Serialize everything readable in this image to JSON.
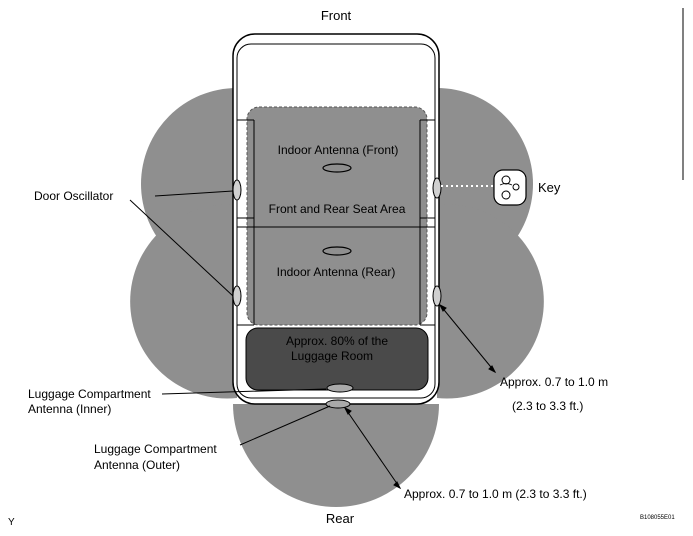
{
  "labels": {
    "front": "Front",
    "rear": "Rear",
    "door_oscillator": "Door Oscillator",
    "key": "Key",
    "indoor_antenna_front": "Indoor Antenna (Front)",
    "seat_area": "Front and Rear Seat Area",
    "indoor_antenna_rear": "Indoor Antenna (Rear)",
    "luggage_room_line1": "Approx. 80% of the",
    "luggage_room_line2": "Luggage Room",
    "luggage_inner_line1": "Luggage Compartment",
    "luggage_inner_line2": "Antenna (Inner)",
    "luggage_outer_line1": "Luggage Compartment",
    "luggage_outer_line2": "Antenna (Outer)",
    "range_side_line1": "Approx. 0.7 to 1.0 m",
    "range_side_line2": "(2.3 to 3.3 ft.)",
    "range_rear": "Approx. 0.7 to 1.0 m  (2.3 to 3.3 ft.)",
    "corner_mark": "Y",
    "figure_code": "B108055E01"
  },
  "colors": {
    "zone_gray": "#8f8f8f",
    "zone_dark": "#4a4a4a",
    "line": "#000000",
    "car_body": "#ffffff"
  }
}
